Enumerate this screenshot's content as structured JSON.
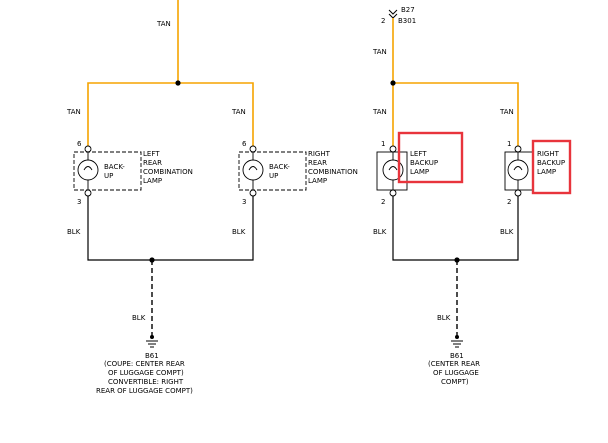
{
  "colors": {
    "tan_wire": "#f5a300",
    "blk_wire": "#000000",
    "highlight": "#e8343c"
  },
  "icons": {
    "lamp": "lamp-bulb-icon",
    "ground": "ground-icon",
    "connector": "connector-icon"
  },
  "left_circuit": {
    "wire_top": "TAN",
    "wire_tan_left": "TAN",
    "wire_tan_right": "TAN",
    "wire_blk_left": "BLK",
    "wire_blk_right": "BLK",
    "wire_blk_ground": "BLK",
    "lamp_left": {
      "pin_top": "6",
      "pin_bottom": "3",
      "inner": [
        "BACK-",
        "UP"
      ],
      "label": [
        "LEFT",
        "REAR",
        "COMBINATION",
        "LAMP"
      ]
    },
    "lamp_right": {
      "pin_top": "6",
      "pin_bottom": "3",
      "inner": [
        "BACK-",
        "UP"
      ],
      "label": [
        "RIGHT",
        "REAR",
        "COMBINATION",
        "LAMP"
      ]
    },
    "ground": {
      "id": "B61",
      "desc": [
        "(COUPE: CENTER REAR",
        "OF LUGGAGE COMPT)",
        "CONVERTIBLE: RIGHT",
        "REAR OF LUGGAGE COMPT)"
      ]
    }
  },
  "right_circuit": {
    "connector_top": "B27",
    "connector_pin": "2",
    "connector_bottom": "B301",
    "wire_top": "TAN",
    "wire_tan_left": "TAN",
    "wire_tan_right": "TAN",
    "wire_blk_left": "BLK",
    "wire_blk_right": "BLK",
    "wire_blk_ground": "BLK",
    "lamp_left": {
      "pin_top": "1",
      "pin_bottom": "2",
      "label": [
        "LEFT",
        "BACKUP",
        "LAMP"
      ]
    },
    "lamp_right": {
      "pin_top": "1",
      "pin_bottom": "2",
      "label": [
        "RIGHT",
        "BACKUP",
        "LAMP"
      ]
    },
    "ground": {
      "id": "B61",
      "desc": [
        "(CENTER REAR",
        "OF LUGGAGE",
        "COMPT)"
      ]
    }
  }
}
